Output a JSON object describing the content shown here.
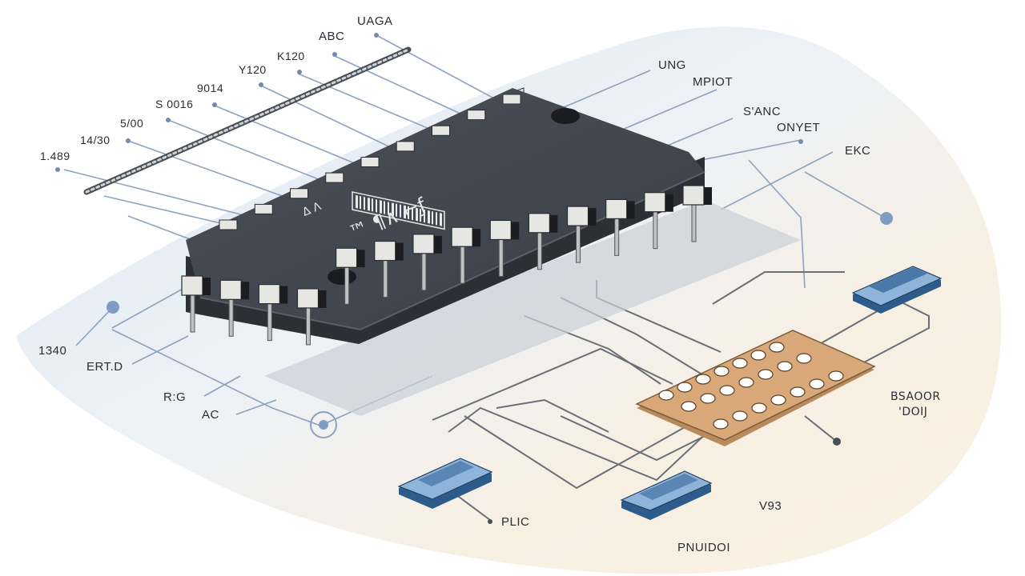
{
  "labels": {
    "top_left": [
      "UAGA",
      "ABC",
      "K120",
      "Y120",
      "9014",
      "S 0016",
      "5/00",
      "14/30",
      "1.489"
    ],
    "top_right": [
      "UNG",
      "MPIOT",
      "S'ANC",
      "ONYET",
      "EKC"
    ],
    "left": [
      "1340",
      "ERT.D",
      "R:G",
      "AC"
    ],
    "bottom": [
      "PLIC",
      "V93",
      "PNUIDOI"
    ],
    "board": [
      "BSAOOR",
      "'DOIJ"
    ]
  },
  "chip_marking": {
    "glyphs": "™ ¶∧ ⌐ƒ",
    "small": "Δ Λ"
  },
  "colors": {
    "chip_body": "#3a3e46",
    "chip_top": "#444951",
    "pin_light": "#e6e6e2",
    "pin_dark": "#1b1d21",
    "board": "#d8a878",
    "wire": "#6a6e76",
    "leader": "#8ea2bd",
    "node": "#7f9dc2",
    "bg_blue": "#e4edf6",
    "bg_beige": "#f8efe3"
  }
}
